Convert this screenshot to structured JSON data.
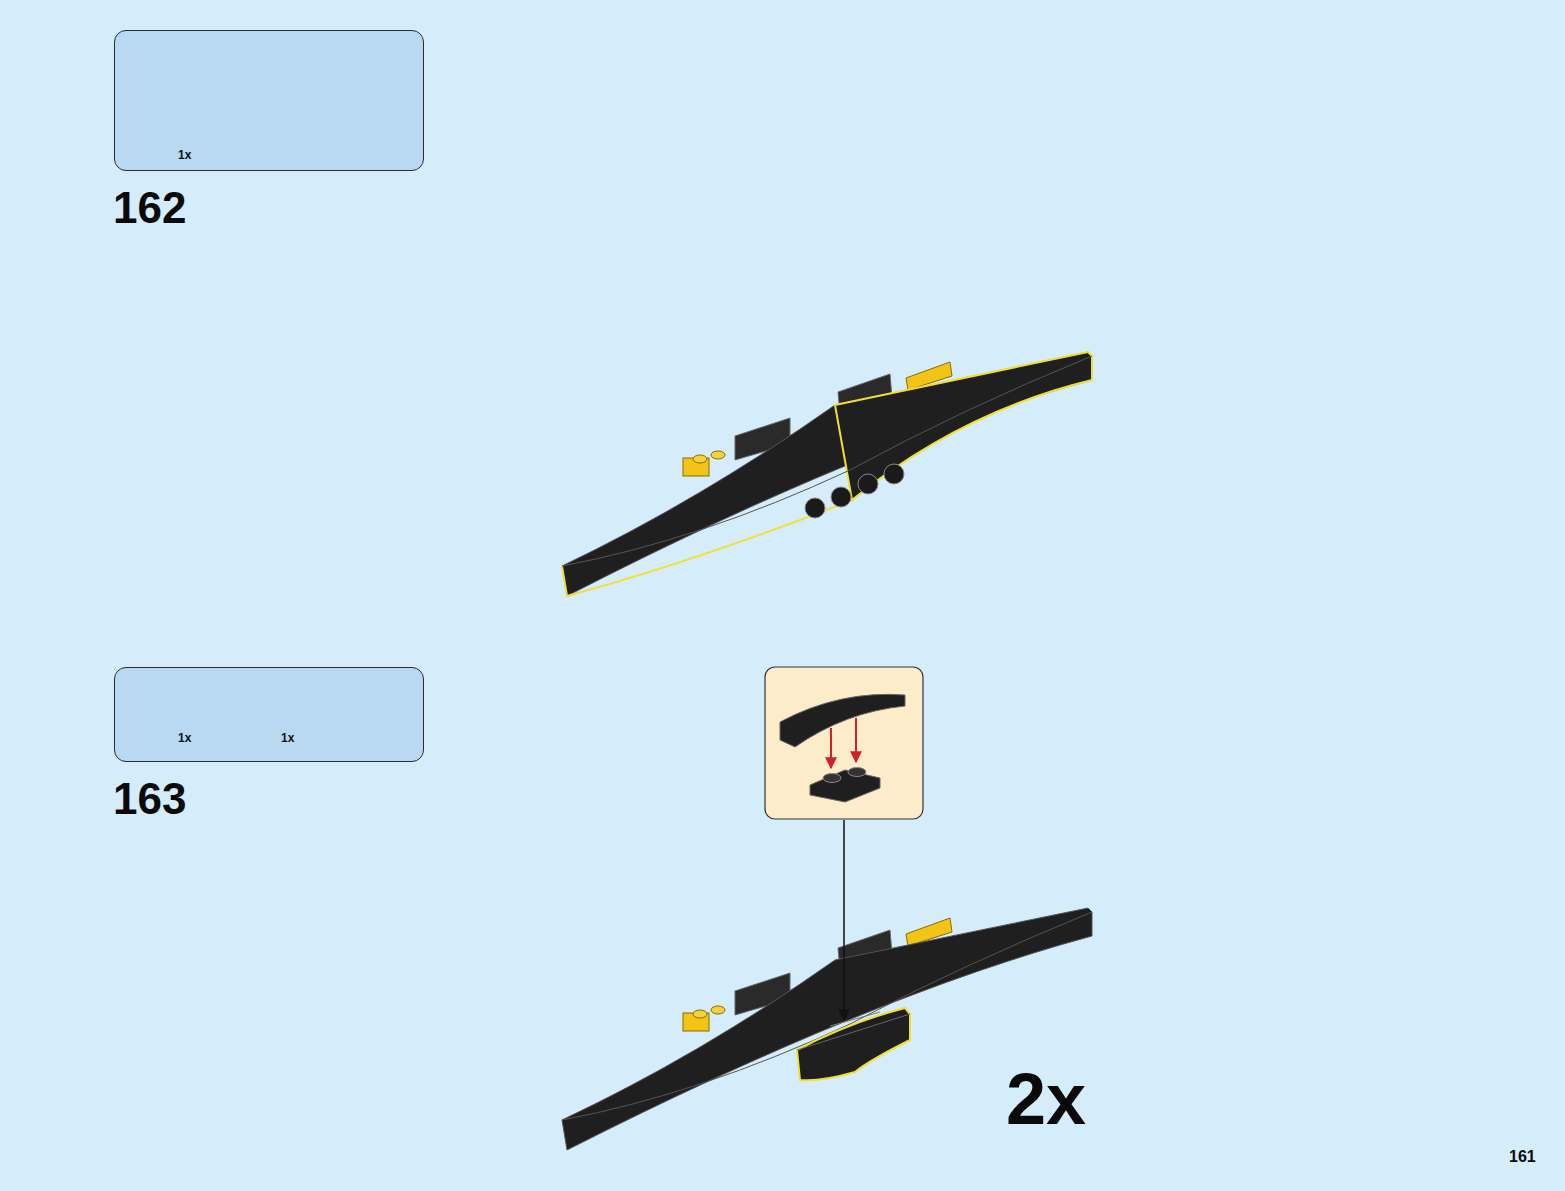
{
  "diagram": {
    "nodes": [
      {
        "text": [
          "1x"
        ]
      },
      {
        "text": [
          "1x",
          "1x"
        ]
      }
    ],
    "labels": [
      "162",
      "163",
      "2x",
      "161"
    ]
  }
}
